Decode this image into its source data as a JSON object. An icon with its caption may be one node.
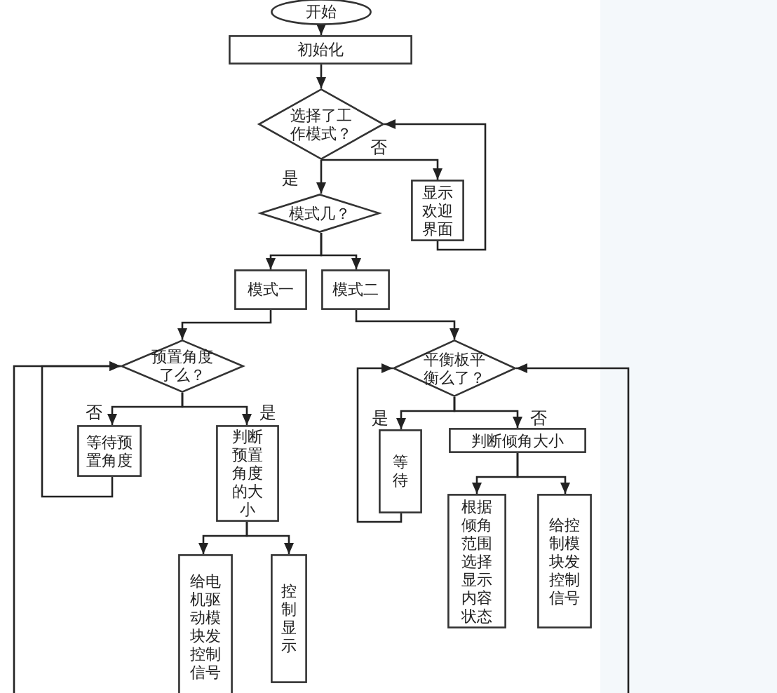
{
  "diagram": {
    "nodes": [
      {
        "text": [
          "开始"
        ]
      },
      {
        "text": [
          "初始化"
        ]
      },
      {
        "text": [
          "选择了工作模式？"
        ]
      },
      {
        "text": [
          "显示欢迎界面"
        ]
      },
      {
        "text": [
          "模式几？"
        ]
      },
      {
        "text": [
          "模式一"
        ]
      },
      {
        "text": [
          "模式二"
        ]
      },
      {
        "text": [
          "预置角度了么？"
        ]
      },
      {
        "text": [
          "等待预置角度"
        ]
      },
      {
        "text": [
          "判断预置角度的大小"
        ]
      },
      {
        "text": [
          "给电机驱动模块发控制信号"
        ]
      },
      {
        "text": [
          "控制显示"
        ]
      },
      {
        "text": [
          "平衡板平衡么了？"
        ]
      },
      {
        "text": [
          "等待"
        ]
      },
      {
        "text": [
          "判断倾角大小"
        ]
      },
      {
        "text": [
          "根据倾角范围选择显示内容状态"
        ]
      },
      {
        "text": [
          "给控制模块发控制信号"
        ]
      }
    ],
    "edges": [
      {
        "from": 0,
        "to": 1,
        "arrow": "to"
      },
      {
        "from": 1,
        "to": 2,
        "arrow": "to"
      },
      {
        "from": 2,
        "to": 3,
        "arrow": "to",
        "label": "否"
      },
      {
        "from": 3,
        "to": 2,
        "arrow": "to"
      },
      {
        "from": 2,
        "to": 4,
        "arrow": "to",
        "label": "是"
      },
      {
        "from": 4,
        "to": 5,
        "arrow": "to"
      },
      {
        "from": 4,
        "to": 6,
        "arrow": "to"
      },
      {
        "from": 5,
        "to": 7,
        "arrow": "to"
      },
      {
        "from": 6,
        "to": 12,
        "arrow": "to"
      },
      {
        "from": 7,
        "to": 8,
        "arrow": "to",
        "label": "否"
      },
      {
        "from": 7,
        "to": 9,
        "arrow": "to",
        "label": "是"
      },
      {
        "from": 8,
        "to": 7,
        "arrow": "to"
      },
      {
        "from": 9,
        "to": 10,
        "arrow": "to"
      },
      {
        "from": 9,
        "to": 11,
        "arrow": "to"
      },
      {
        "from": null,
        "to": 7,
        "arrow": "to"
      },
      {
        "from": 12,
        "to": 13,
        "arrow": "to",
        "label": "是"
      },
      {
        "from": 12,
        "to": 14,
        "arrow": "to",
        "label": "否"
      },
      {
        "from": 13,
        "to": 12,
        "arrow": "to"
      },
      {
        "from": 14,
        "to": 15,
        "arrow": "to"
      },
      {
        "from": 14,
        "to": 16,
        "arrow": "to"
      },
      {
        "from": null,
        "to": 12,
        "arrow": "to"
      }
    ]
  }
}
